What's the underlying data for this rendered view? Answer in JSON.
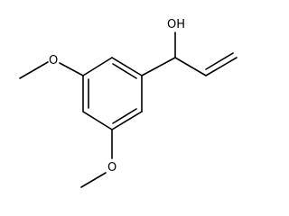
{
  "molecule": {
    "labels": {
      "hydroxyl": "OH",
      "methoxy_top": "O",
      "methoxy_bottom": "O"
    },
    "colors": {
      "bond": "#000000",
      "label": "#000000",
      "background": "#ffffff"
    }
  }
}
